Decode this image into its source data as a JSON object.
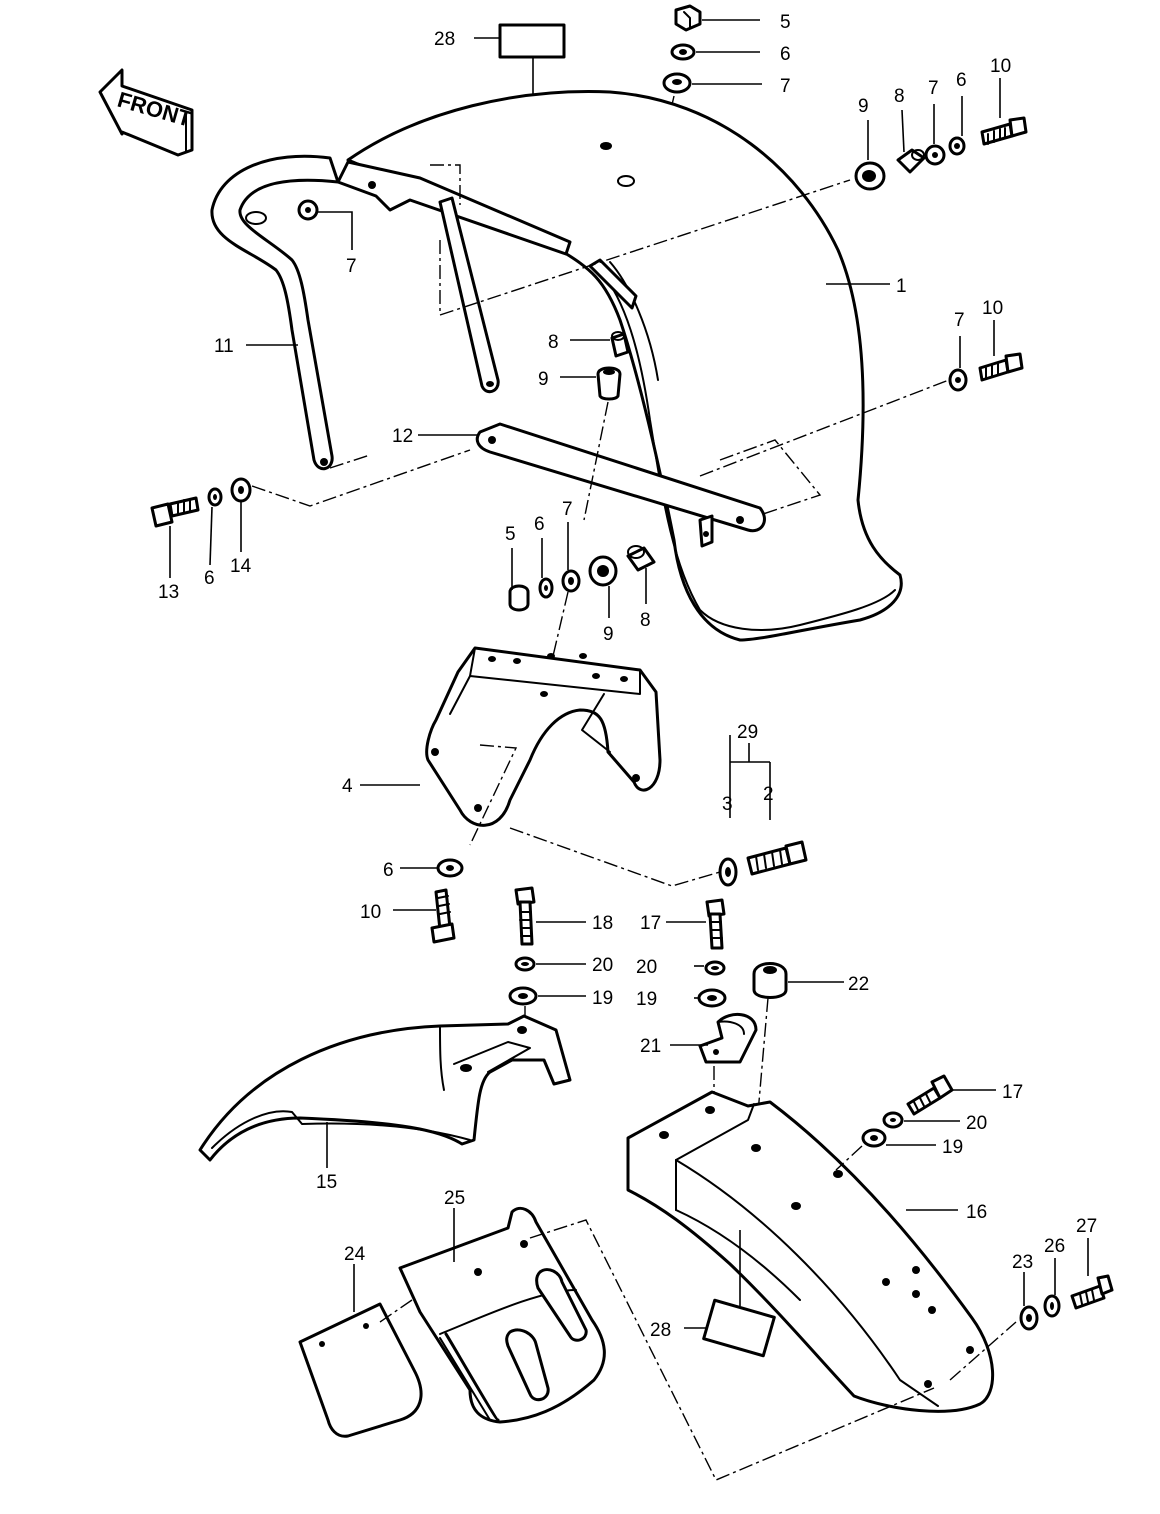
{
  "diagram": {
    "front_badge": "FRONT",
    "labels": {
      "l28_top": "28",
      "l5_top": "5",
      "l6_top": "6",
      "l7_top": "7",
      "l9_r": "9",
      "l8_r": "8",
      "l7_r": "7",
      "l6_r": "6",
      "l10_r": "10",
      "l1": "1",
      "l7_mid": "7",
      "l10_mid": "10",
      "l7_left": "7",
      "l11": "11",
      "l8_c": "8",
      "l9_c": "9",
      "l12": "12",
      "l13": "13",
      "l6_l": "6",
      "l14": "14",
      "l5_c": "5",
      "l6_c": "6",
      "l7_c": "7",
      "l9_b": "9",
      "l8_b": "8",
      "l29": "29",
      "l3": "3",
      "l2": "2",
      "l4": "4",
      "l6_4": "6",
      "l10_4": "10",
      "l18": "18",
      "l20_a": "20",
      "l19_a": "19",
      "l17_a": "17",
      "l20_b": "20",
      "l19_b": "19",
      "l22": "22",
      "l21": "21",
      "l17_b": "17",
      "l20_c": "20",
      "l19_c": "19",
      "l15": "15",
      "l16": "16",
      "l25": "25",
      "l24": "24",
      "l28_b": "28",
      "l23": "23",
      "l26": "26",
      "l27": "27"
    }
  }
}
